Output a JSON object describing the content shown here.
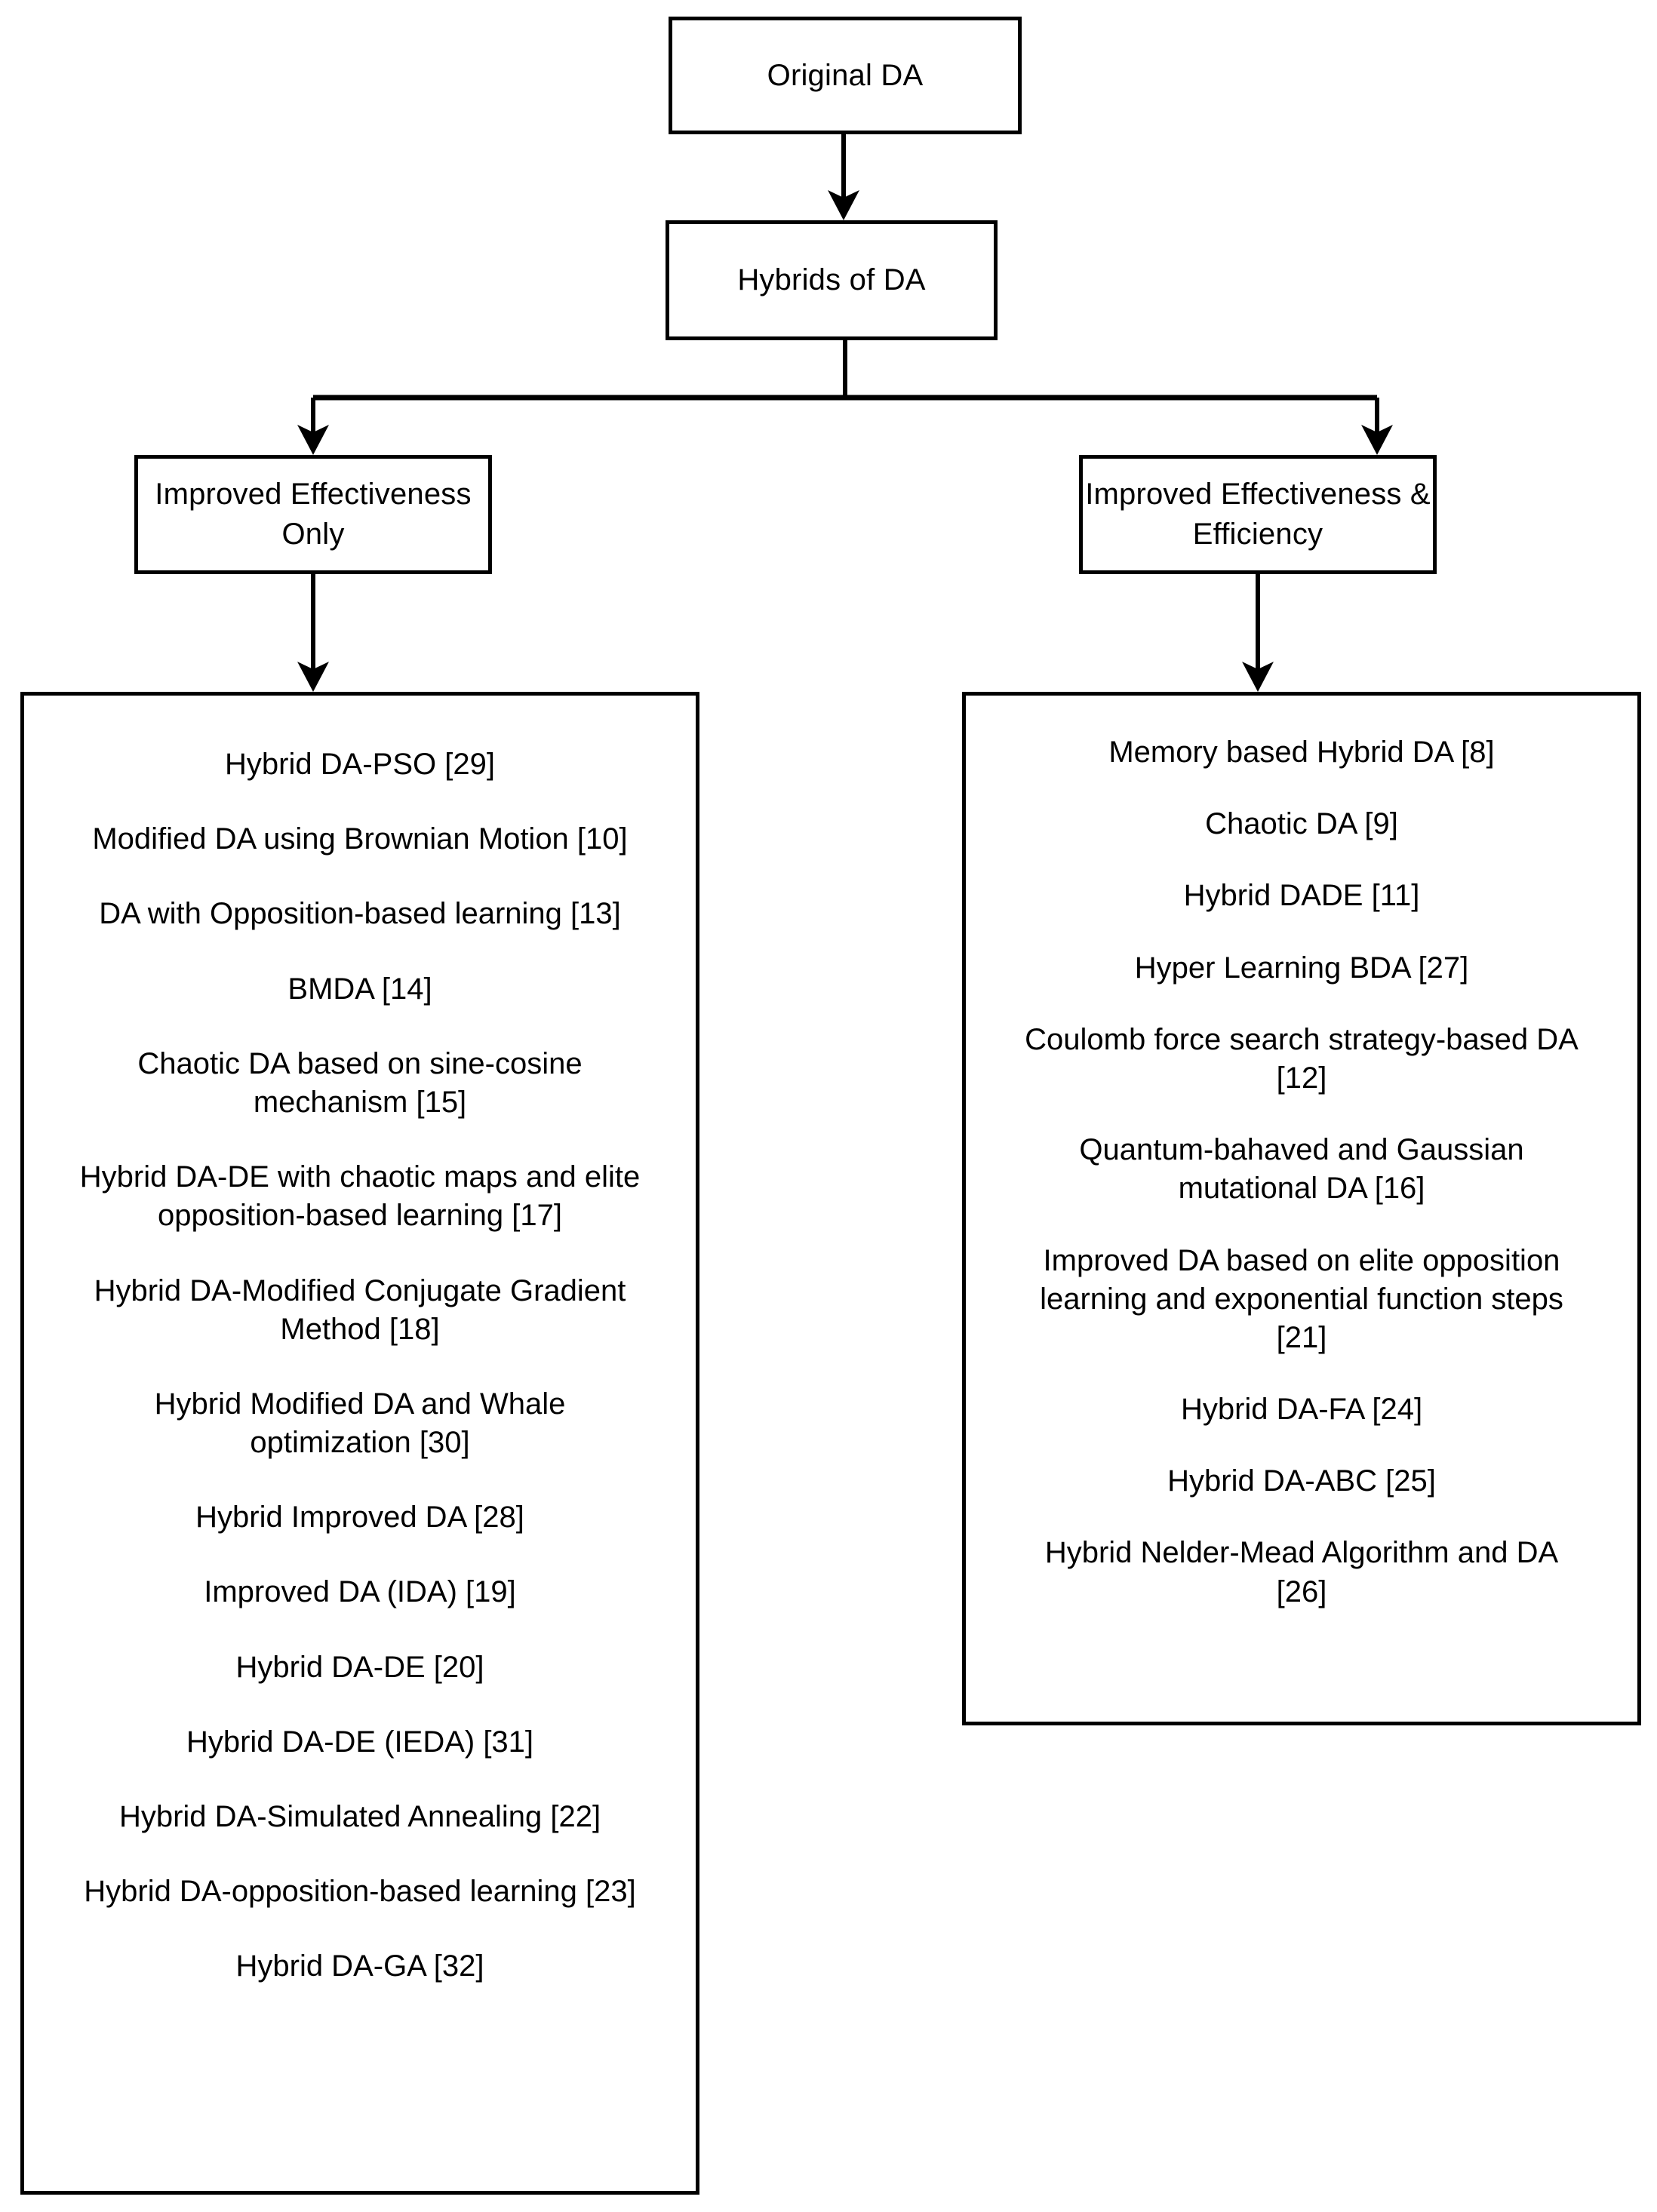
{
  "diagram": {
    "title_node": "Original DA",
    "second_node": "Hybrids of DA",
    "categories": {
      "left": "Improved Effectiveness\nOnly",
      "right": "Improved Effectiveness &\nEfficiency"
    },
    "left_list": [
      "Hybrid DA-PSO [29]",
      "Modified DA using Brownian Motion [10]",
      "DA with Opposition-based learning [13]",
      "BMDA [14]",
      "Chaotic DA based on sine-cosine\nmechanism [15]",
      "Hybrid DA-DE with chaotic maps and elite\nopposition-based learning [17]",
      "Hybrid DA-Modified Conjugate Gradient\nMethod [18]",
      "Hybrid Modified DA and Whale\noptimization [30]",
      "Hybrid Improved DA [28]",
      "Improved DA (IDA) [19]",
      "Hybrid DA-DE [20]",
      "Hybrid DA-DE (IEDA) [31]",
      "Hybrid DA-Simulated Annealing [22]",
      "Hybrid DA-opposition-based learning [23]",
      "Hybrid DA-GA [32]"
    ],
    "right_list": [
      "Memory based Hybrid DA [8]",
      "Chaotic DA [9]",
      "Hybrid DADE [11]",
      "Hyper Learning BDA [27]",
      "Coulomb force search strategy-based DA\n[12]",
      "Quantum-bahaved and Gaussian\nmutational DA [16]",
      "Improved DA based on elite opposition\nlearning and exponential function steps\n[21]",
      "Hybrid DA-FA [24]",
      "Hybrid DA-ABC [25]",
      "Hybrid Nelder-Mead Algorithm and DA\n[26]"
    ],
    "colors": {
      "stroke": "#000000",
      "background": "#ffffff",
      "text": "#000000"
    }
  }
}
